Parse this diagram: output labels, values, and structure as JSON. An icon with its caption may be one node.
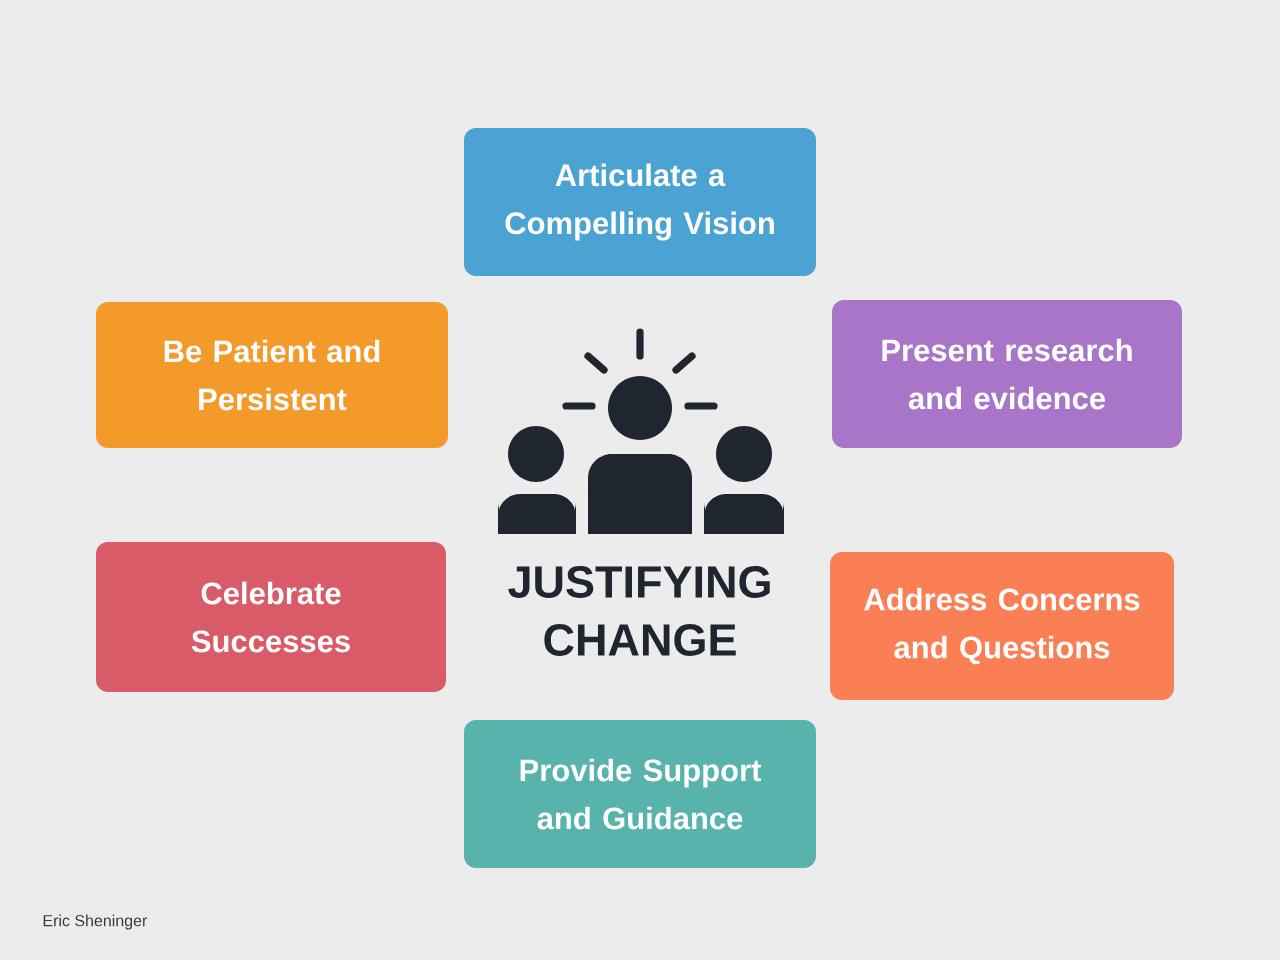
{
  "diagram": {
    "title": "JUSTIFYING CHANGE",
    "nodes": [
      {
        "text": [
          "Articulate a Compelling Vision"
        ]
      },
      {
        "text": [
          "Be Patient and Persistent"
        ]
      },
      {
        "text": [
          "Present research and evidence"
        ]
      },
      {
        "text": [
          "Celebrate Successes"
        ]
      },
      {
        "text": [
          "Address Concerns and Questions"
        ]
      },
      {
        "text": [
          "Provide Support and Guidance"
        ]
      }
    ],
    "labels": [
      "Eric Sheninger"
    ]
  }
}
